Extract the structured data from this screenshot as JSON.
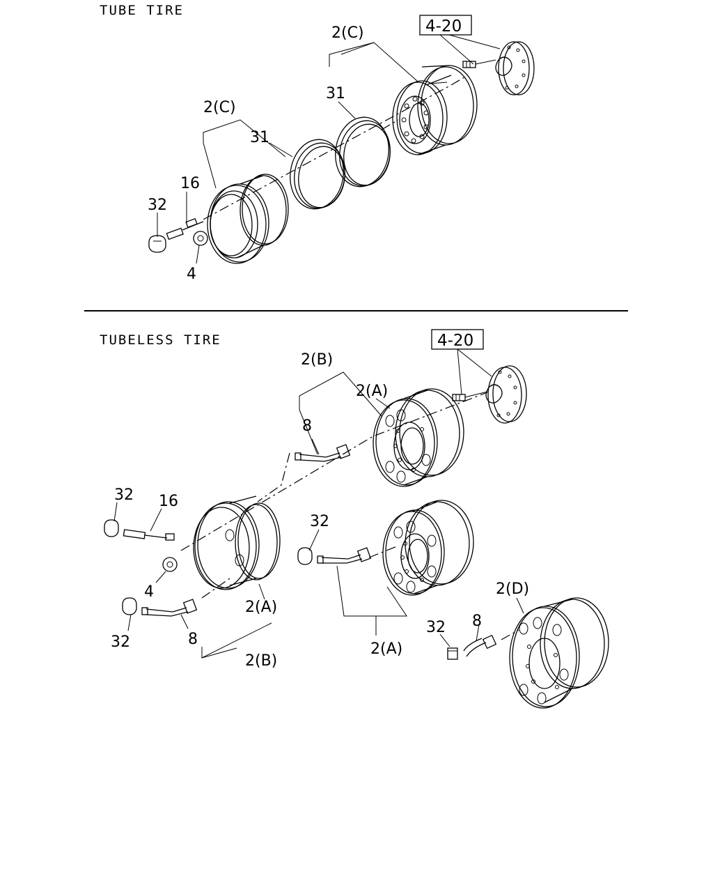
{
  "sections": {
    "tube": {
      "title": "TUBE TIRE"
    },
    "tubeless": {
      "title": "TUBELESS TIRE"
    }
  },
  "refs": {
    "top": "4-20",
    "bottom": "4-20"
  },
  "labels": {
    "t_2c_a": "2(C)",
    "t_2c_b": "2(C)",
    "t_31_a": "31",
    "t_31_b": "31",
    "t_16": "16",
    "t_32": "32",
    "t_4": "4",
    "b_2b_top": "2(B)",
    "b_2a_top": "2(A)",
    "b_8_top": "8",
    "b_32_left": "32",
    "b_16": "16",
    "b_4": "4",
    "b_2a_left": "2(A)",
    "b_32_bottom": "32",
    "b_8_bottom": "8",
    "b_2b_bottom": "2(B)",
    "b_32_mid": "32",
    "b_2a_mid": "2(A)",
    "b_2d": "2(D)",
    "b_32_right": "32",
    "b_8_right": "8"
  }
}
